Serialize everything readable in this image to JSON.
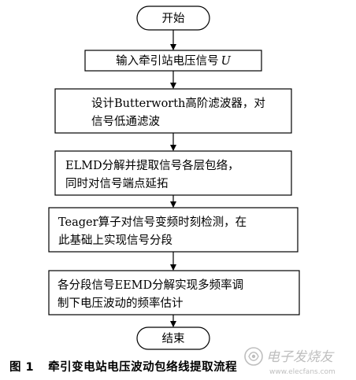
{
  "flowchart": {
    "start": "开始",
    "step1": {
      "text": "输入牵引站电压信号",
      "var": "U"
    },
    "step2": {
      "line1": "设计Butterworth高阶滤波器，对",
      "line2": "信号低通滤波"
    },
    "step3": {
      "line1": "ELMD分解并提取信号各层包络，",
      "line2": "同时对信号端点延拓"
    },
    "step4": {
      "line1": "Teager算子对信号变频时刻检测，在",
      "line2": "此基础上实现信号分段"
    },
    "step5": {
      "line1": "各分段信号EEMD分解实现多频率调",
      "line2": "制下电压波动的频率估计"
    },
    "end": "结束"
  },
  "caption": {
    "number": "图 1",
    "title": "牵引变电站电压波动包络线提取流程"
  },
  "watermark": {
    "text": "电子发烧友",
    "url": "www.elecfans.com"
  }
}
